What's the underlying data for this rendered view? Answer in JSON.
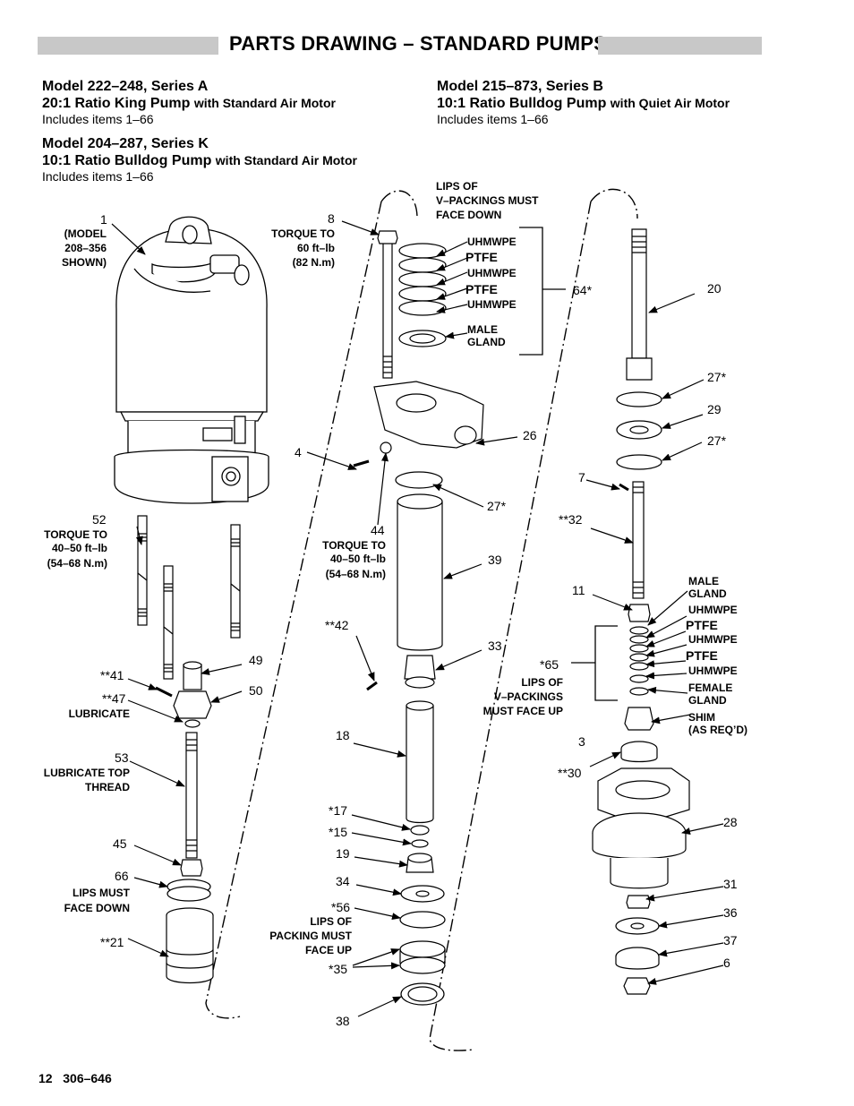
{
  "header": {
    "title": "PARTS DRAWING – STANDARD PUMPS"
  },
  "models": [
    {
      "name": "Model 222–248, Series A",
      "ratio": "20:1 Ratio King Pump",
      "motor": "with Standard Air Motor",
      "includes": "Includes items 1–66"
    },
    {
      "name": "Model 204–287, Series K",
      "ratio": "10:1 Ratio Bulldog Pump",
      "motor": "with Standard Air Motor",
      "includes": "Includes items 1–66"
    },
    {
      "name": "Model 215–873, Series B",
      "ratio": "10:1 Ratio Bulldog Pump",
      "motor": "with Quiet Air Motor",
      "includes": "Includes items 1–66"
    }
  ],
  "callouts": {
    "c1": "1",
    "c8": "8",
    "c20": "20",
    "c64": "64*",
    "c27a": "27*",
    "c29": "29",
    "c27b": "27*",
    "c26": "26",
    "c4": "4",
    "c7": "7",
    "c27c": "27*",
    "c52": "52",
    "c44": "44",
    "c32": "**32",
    "c39": "39",
    "c11": "11",
    "c42": "**42",
    "c33": "33",
    "c65": "*65",
    "c49": "49",
    "c41": "**41",
    "c50": "50",
    "c47": "**47",
    "c3": "3",
    "c18": "18",
    "c53": "53",
    "c30": "**30",
    "c17": "*17",
    "c28": "28",
    "c15": "*15",
    "c45": "45",
    "c19": "19",
    "c66": "66",
    "c34": "34",
    "c31": "31",
    "c56": "*56",
    "c36": "36",
    "c21": "**21",
    "c37": "37",
    "c35": "*35",
    "c6": "6",
    "c38": "38"
  },
  "notes": {
    "model_note": [
      "(MODEL",
      "208–356",
      "SHOWN)"
    ],
    "torque8": [
      "TORQUE TO",
      "60 ft–lb",
      "(82 N.m)"
    ],
    "lips_top": [
      "LIPS OF",
      "V–PACKINGS MUST",
      "FACE DOWN"
    ],
    "torque52": [
      "TORQUE TO",
      "40–50 ft–lb",
      "(54–68 N.m)"
    ],
    "torque44": [
      "TORQUE TO",
      "40–50 ft–lb",
      "(54–68 N.m)"
    ],
    "lips_mid": [
      "LIPS OF",
      "V–PACKINGS",
      "MUST FACE UP"
    ],
    "lubricate": "LUBRICATE",
    "lubricate_top": [
      "LUBRICATE TOP",
      "THREAD"
    ],
    "lips66": [
      "LIPS MUST",
      "FACE DOWN"
    ],
    "lips56": [
      "LIPS OF",
      "PACKING MUST",
      "FACE UP"
    ],
    "male_gland_top": [
      "MALE",
      "GLAND"
    ],
    "male_gland_right": [
      "MALE",
      "GLAND"
    ],
    "female_gland": [
      "FEMALE",
      "GLAND"
    ],
    "shim": [
      "SHIM",
      "(AS REQ’D)"
    ]
  },
  "materials": {
    "uhmwpe": "UHMWPE",
    "ptfe": "PTFE"
  },
  "footer": {
    "page": "12",
    "doc": "306–646"
  }
}
